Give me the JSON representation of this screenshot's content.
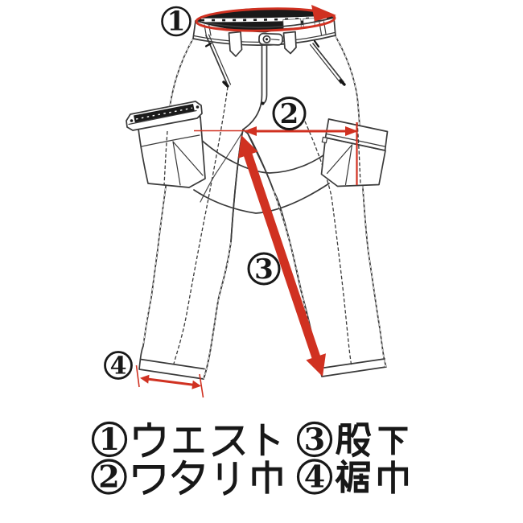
{
  "colors": {
    "background": "#ffffff",
    "line": "#3a3a3a",
    "ink": "#161616",
    "red": "#d03121"
  },
  "diagram": {
    "markers": [
      {
        "number": "1"
      },
      {
        "number": "2"
      },
      {
        "number": "3"
      },
      {
        "number": "4"
      }
    ]
  },
  "legend": {
    "items": [
      {
        "number": "1",
        "label": "ウエスト"
      },
      {
        "number": "2",
        "label": "ワタリ巾"
      },
      {
        "number": "3",
        "label": "股下"
      },
      {
        "number": "4",
        "label": "裾巾"
      }
    ]
  }
}
